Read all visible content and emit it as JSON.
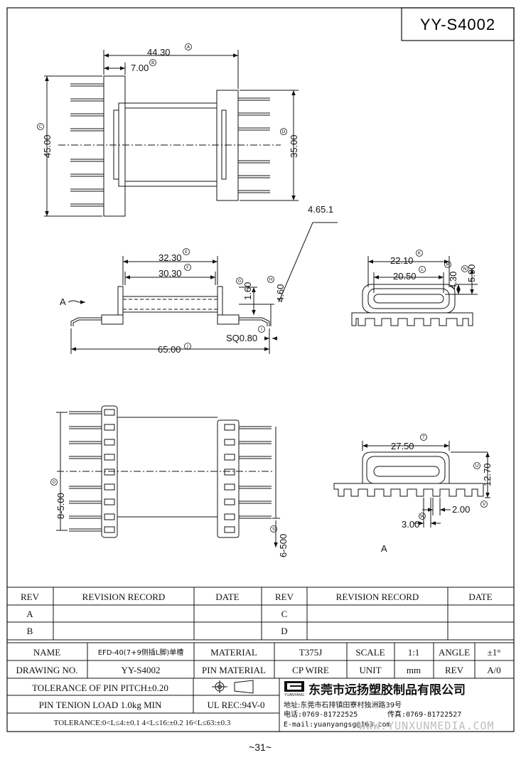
{
  "title_box": "YY-S4002",
  "page_number": "~31~",
  "views": {
    "top": {
      "dim_a": "44.30",
      "tag_a": "A",
      "dim_b": "7.00",
      "tag_b": "B",
      "dim_c": "45.00",
      "tag_c": "C",
      "dim_d": "35.00",
      "tag_d": "D"
    },
    "side": {
      "dim_e": "32.30",
      "tag_e": "E",
      "dim_f": "30.30",
      "tag_f": "F",
      "dim_g": "1.60",
      "tag_g": "G",
      "dim_h": "4.60",
      "tag_h": "H",
      "dim_i": "SQ0.80",
      "tag_i": "I",
      "dim_j": "65.00",
      "tag_j": "J",
      "callout": "4.65.1",
      "view_arrow_label": "A"
    },
    "end": {
      "dim_k": "22.10",
      "tag_k": "K",
      "dim_l": "20.50",
      "tag_l": "L",
      "dim_m": "4.30",
      "tag_m": "M",
      "dim_n": "5.90",
      "tag_n": "N"
    },
    "bottom": {
      "dim_o": "8-5.00",
      "tag_o": "O",
      "dim_s": "6-500",
      "tag_s": "S"
    },
    "view_a": {
      "dim_t": "27.50",
      "tag_t": "T",
      "dim_u": "12.70",
      "tag_u": "U",
      "dim_v": "2.00",
      "tag_v": "V",
      "dim_w": "3.00",
      "tag_w": "W",
      "caption": "A"
    }
  },
  "revision_table": {
    "headers": [
      "REV",
      "REVISION RECORD",
      "DATE",
      "REV",
      "REVISION RECORD",
      "DATE"
    ],
    "rows": [
      [
        "A",
        "",
        "",
        "C",
        "",
        ""
      ],
      [
        "B",
        "",
        "",
        "D",
        "",
        ""
      ]
    ]
  },
  "title_block": {
    "name_label": "NAME",
    "name_value": "EFD-40(7+9侧插L脚)单槽",
    "material_label": "MATERIAL",
    "material_value": "T375J",
    "scale_label": "SCALE",
    "scale_value": "1:1",
    "angle_label": "ANGLE",
    "angle_value": "±1°",
    "drawing_no_label": "DRAWING NO.",
    "drawing_no_value": "YY-S4002",
    "pin_material_label": "PIN MATERIAL",
    "pin_material_value": "CP WIRE",
    "unit_label": "UNIT",
    "unit_value": "mm",
    "rev_label": "REV",
    "rev_value": "A/0",
    "tolerance_pitch": "TOLERANCE OF PIN PITCH±0.20",
    "pin_tension": "PIN TENION LOAD 1.0kg MIN",
    "ul_rec": "UL REC:94V-0",
    "tolerance_line": "TOLERANCE:0<L≤4:±0.1  4<L≤16:±0.2  16<L≤63:±0.3",
    "company_name": "东莞市远扬塑胶制品有限公司",
    "logo_text": "YUANYANG",
    "address": "地址:东莞市石排镇田寮村独洲路39号",
    "phone": "电话:0769-81722525",
    "fax": "传真:0769-81722527",
    "email": "E-mail:yuanyangsg@163.com",
    "watermark": "WWW.YUNXUNMEDIA.COM"
  }
}
